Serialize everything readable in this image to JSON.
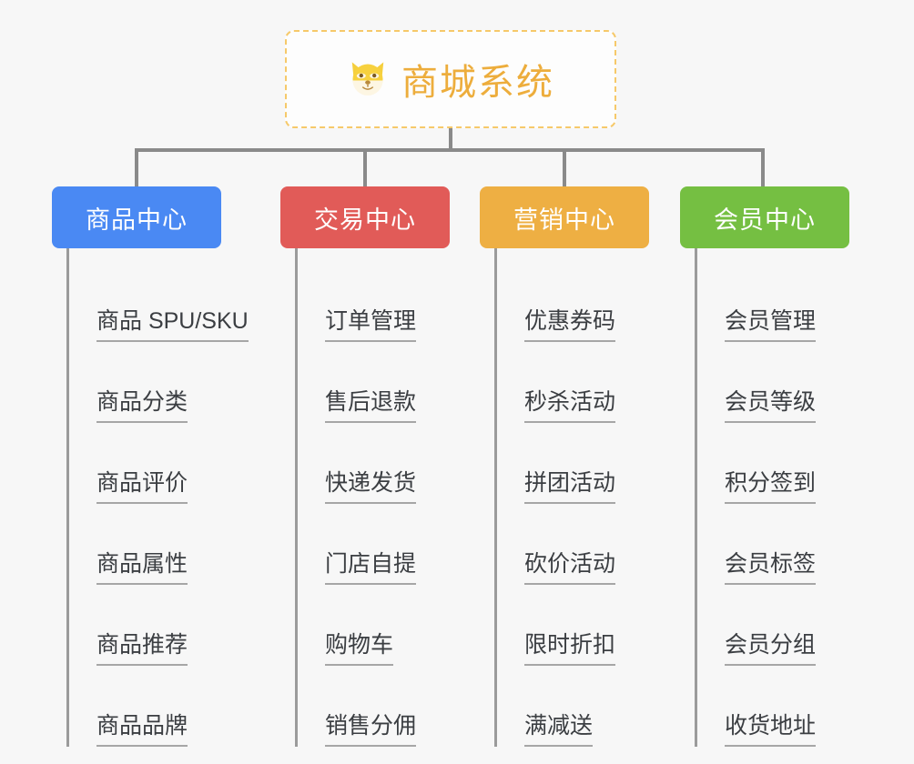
{
  "root": {
    "title": "商城系统",
    "icon": "dog-face-icon",
    "border_color": "#f6c96a",
    "text_color": "#edad3c",
    "background": "#fdfdfd"
  },
  "canvas": {
    "background": "#f7f7f7",
    "connector_color": "#8a8a8a"
  },
  "columns": [
    {
      "title": "商品中心",
      "color": "#4a89f3",
      "items": [
        {
          "label": "商品 SPU/SKU"
        },
        {
          "label": "商品分类"
        },
        {
          "label": "商品评价"
        },
        {
          "label": "商品属性"
        },
        {
          "label": "商品推荐"
        },
        {
          "label": "商品品牌"
        }
      ]
    },
    {
      "title": "交易中心",
      "color": "#e15b58",
      "items": [
        {
          "label": "订单管理"
        },
        {
          "label": "售后退款"
        },
        {
          "label": "快递发货"
        },
        {
          "label": "门店自提"
        },
        {
          "label": "购物车"
        },
        {
          "label": "销售分佣"
        }
      ]
    },
    {
      "title": "营销中心",
      "color": "#eeaf43",
      "items": [
        {
          "label": "优惠券码"
        },
        {
          "label": "秒杀活动"
        },
        {
          "label": "拼团活动"
        },
        {
          "label": "砍价活动"
        },
        {
          "label": "限时折扣"
        },
        {
          "label": "满减送"
        }
      ]
    },
    {
      "title": "会员中心",
      "color": "#75bf42",
      "items": [
        {
          "label": "会员管理"
        },
        {
          "label": "会员等级"
        },
        {
          "label": "积分签到"
        },
        {
          "label": "会员标签"
        },
        {
          "label": "会员分组"
        },
        {
          "label": "收货地址"
        }
      ]
    }
  ]
}
